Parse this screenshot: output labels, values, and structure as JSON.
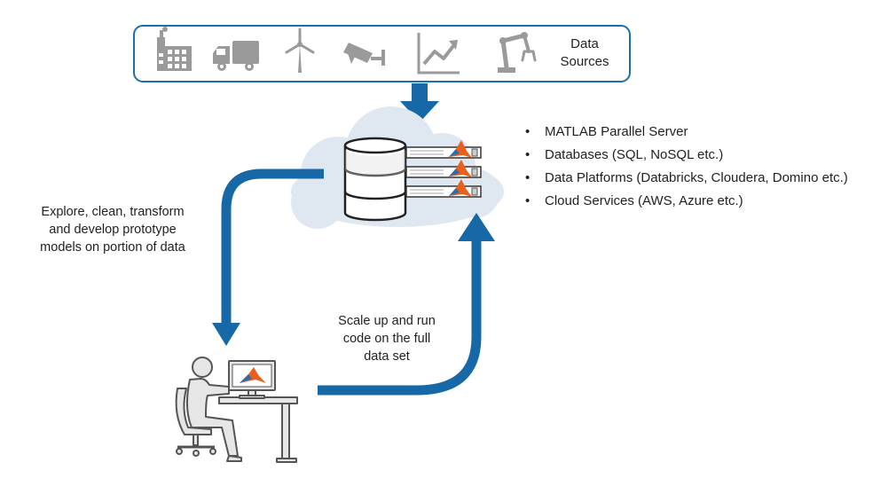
{
  "colors": {
    "border": "#1d6fa8",
    "arrow": "#1669a6",
    "cloud": "#dfe8f1",
    "icon": "#9a9a9a",
    "figure_fill": "#e6e6e6",
    "figure_stroke": "#555555",
    "matlab_orange": "#e8601c",
    "matlab_blue": "#2b6cb0"
  },
  "icons": [
    "factory-icon",
    "truck-icon",
    "wind-turbine-icon",
    "security-camera-icon",
    "line-chart-icon",
    "robot-arm-icon"
  ],
  "data_sources": {
    "label_line1": "Data",
    "label_line2": "Sources"
  },
  "platforms": [
    "MATLAB Parallel Server",
    "Databases (SQL, NoSQL etc.)",
    "Data Platforms (Databricks, Cloudera, Domino etc.)",
    "Cloud Services (AWS, Azure etc.)"
  ],
  "explore_note": {
    "line1": "Explore, clean, transform",
    "line2": "and develop prototype",
    "line3": "models on portion of data"
  },
  "scale_note": {
    "line1": "Scale up and run",
    "line2": "code on the full",
    "line3": "data set"
  }
}
